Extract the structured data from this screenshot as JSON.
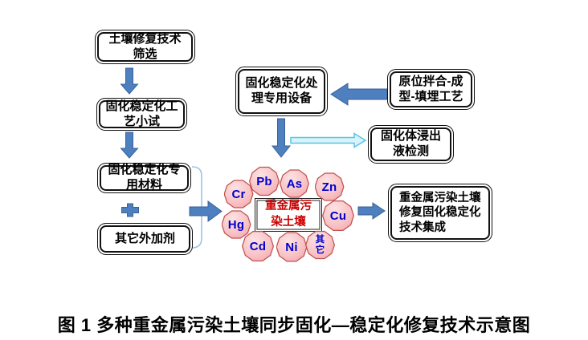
{
  "figure": {
    "caption": "图 1 多种重金属污染土壤同步固化—稳定化修复技术示意图"
  },
  "flow": {
    "boxes": {
      "screening": {
        "label": "土壤修复技术\n筛选"
      },
      "pilot": {
        "label": "固化稳定化工\n艺小试"
      },
      "materials": {
        "label": "固化稳定化专\n用材料"
      },
      "additives": {
        "label": "其它外加剂"
      },
      "equipment": {
        "label": "固化稳定化处\n理专用设备"
      },
      "insitu": {
        "label": "原位拌合-成\n型-填埋工艺"
      },
      "leaching": {
        "label": "固化体浸出\n液检测"
      },
      "integration": {
        "label": "重金属污染土壤\n修复固化稳定化\n技术集成"
      }
    }
  },
  "cluster": {
    "center_label": "重金属污\n染土壤",
    "elements": [
      {
        "label": "Pb"
      },
      {
        "label": "As"
      },
      {
        "label": "Zn"
      },
      {
        "label": "Cr"
      },
      {
        "label": "Cu"
      },
      {
        "label": "Hg"
      },
      {
        "label": "Cd"
      },
      {
        "label": "Ni"
      },
      {
        "label": "其它"
      }
    ]
  },
  "icons": {
    "down_arrows": "down-block-arrow",
    "left_arrow": "left-block-arrow",
    "right_arrows": "right-block-arrow",
    "cyan_arrow": "right-outline-arrow",
    "plus": "plus-sign",
    "bracket": "grouping-bracket"
  },
  "colors": {
    "arrow_blue": "#4E7FBE",
    "arrow_blue_dark": "#38629B",
    "arrow_cyan_fill": "#D8F3FB",
    "arrow_cyan_border": "#56C5E8",
    "bracket_blue": "#9DC3E6",
    "element_border": "#C0504D",
    "element_fill_light": "#FDE2E3",
    "element_fill_mid": "#F8C3C6",
    "element_fill_deep": "#F1A0A6",
    "element_text": "#0000CC",
    "center_text": "#CC0000",
    "box_border": "#111111"
  }
}
